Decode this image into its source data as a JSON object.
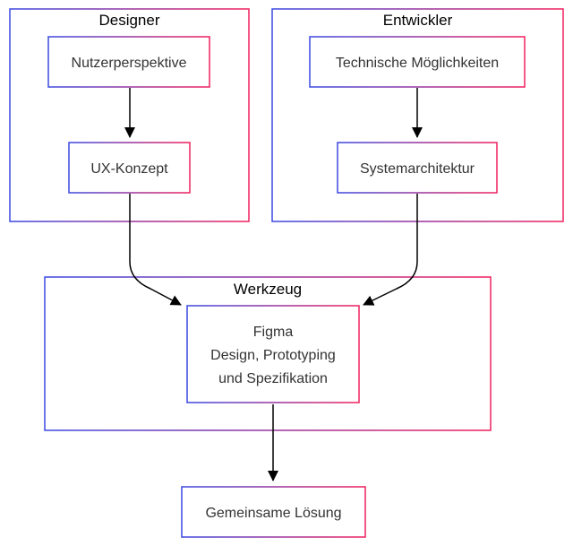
{
  "colors": {
    "gradient_start": "#3b48e0",
    "gradient_end": "#f0205e",
    "edge": "#000000",
    "node_text": "#333333",
    "cluster_text": "#000000",
    "background": "#ffffff"
  },
  "clusters": {
    "designer": {
      "title": "Designer"
    },
    "entwickler": {
      "title": "Entwickler"
    },
    "werkzeug": {
      "title": "Werkzeug"
    }
  },
  "nodes": {
    "nutzerperspektive": {
      "label": "Nutzerperspektive"
    },
    "ux_konzept": {
      "label": "UX-Konzept"
    },
    "technische": {
      "label": "Technische Möglichkeiten"
    },
    "systemarchitektur": {
      "label": "Systemarchitektur"
    },
    "figma": {
      "lines": [
        "Figma",
        "Design, Prototyping",
        "und Spezifikation"
      ]
    },
    "loesung": {
      "label": "Gemeinsame Lösung"
    }
  }
}
